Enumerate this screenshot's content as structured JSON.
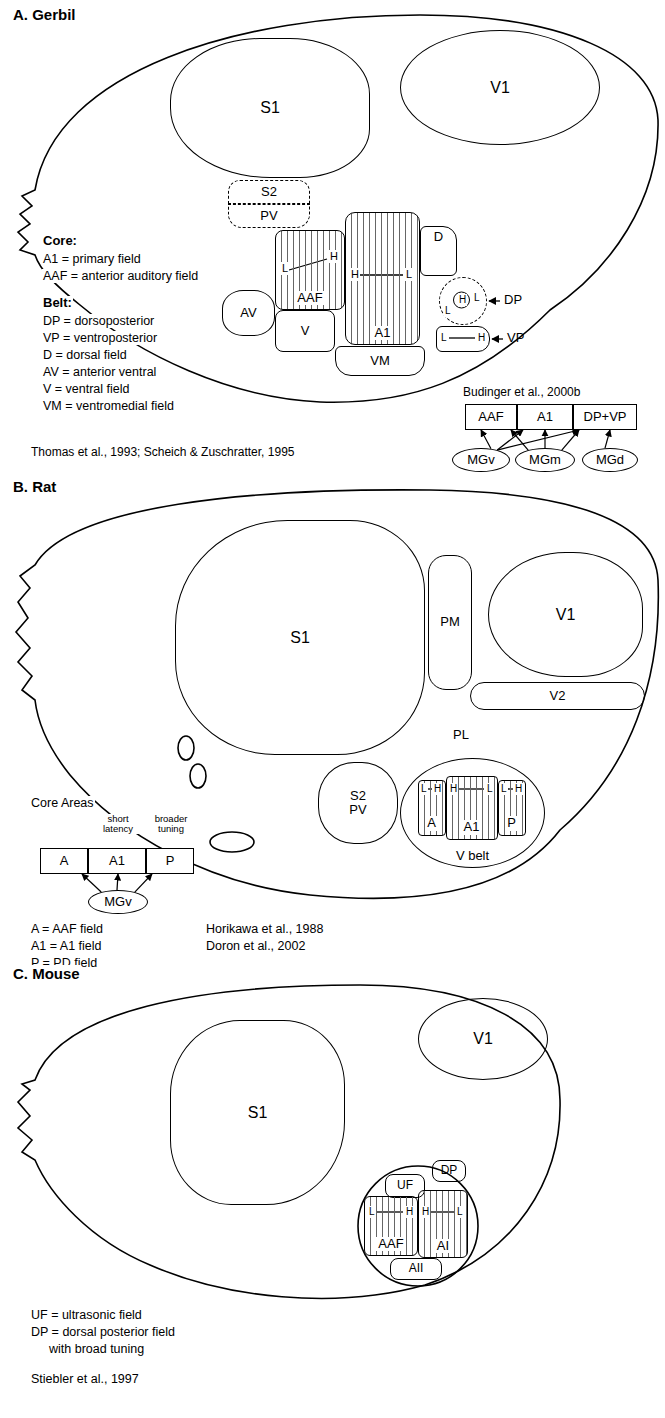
{
  "diagram": {
    "nodes": [
      {
        "text": [
          "S1"
        ]
      },
      {
        "text": [
          "V1"
        ]
      },
      {
        "text": [
          "S2"
        ]
      },
      {
        "text": [
          "PV"
        ]
      },
      {
        "text": [
          "AAF"
        ]
      },
      {
        "text": [
          "A1"
        ]
      },
      {
        "text": [
          "D"
        ]
      },
      {
        "text": [
          "DP"
        ]
      },
      {
        "text": [
          "VP"
        ]
      },
      {
        "text": [
          "AV"
        ]
      },
      {
        "text": [
          "V"
        ]
      },
      {
        "text": [
          "VM"
        ]
      },
      {
        "text": [
          "AAF"
        ]
      },
      {
        "text": [
          "A1"
        ]
      },
      {
        "text": [
          "DP+VP"
        ]
      },
      {
        "text": [
          "MGv"
        ]
      },
      {
        "text": [
          "MGm"
        ]
      },
      {
        "text": [
          "MGd"
        ]
      },
      {
        "text": [
          "S1"
        ]
      },
      {
        "text": [
          "PM"
        ]
      },
      {
        "text": [
          "V1"
        ]
      },
      {
        "text": [
          "V2"
        ]
      },
      {
        "text": [
          "S2",
          "PV"
        ]
      },
      {
        "text": [
          "V belt"
        ]
      },
      {
        "text": [
          "A"
        ],
        "in": 23
      },
      {
        "text": [
          "A1"
        ],
        "in": 23
      },
      {
        "text": [
          "P"
        ],
        "in": 23
      },
      {
        "text": [
          "A"
        ]
      },
      {
        "text": [
          "A1"
        ]
      },
      {
        "text": [
          "P"
        ]
      },
      {
        "text": [
          "MGv"
        ]
      },
      {
        "text": [
          "S1"
        ]
      },
      {
        "text": [
          "V1"
        ]
      },
      {
        "text": [
          "UF"
        ]
      },
      {
        "text": [
          "DP"
        ]
      },
      {
        "text": [
          "AAF"
        ]
      },
      {
        "text": [
          "AI"
        ]
      },
      {
        "text": [
          "AII"
        ]
      }
    ],
    "edges": [
      {
        "from": 15,
        "to": 12,
        "arrow": "to"
      },
      {
        "from": 15,
        "to": 13,
        "arrow": "to"
      },
      {
        "from": 16,
        "to": 12,
        "arrow": "to"
      },
      {
        "from": 16,
        "to": 13,
        "arrow": "to"
      },
      {
        "from": 16,
        "to": 14,
        "arrow": "to"
      },
      {
        "from": 15,
        "to": 14,
        "arrow": "to"
      },
      {
        "from": 17,
        "to": 14,
        "arrow": "to"
      },
      {
        "from": 30,
        "to": 27,
        "arrow": "to"
      },
      {
        "from": 30,
        "to": 28,
        "arrow": "to"
      },
      {
        "from": 30,
        "to": 29,
        "arrow": "to"
      }
    ],
    "labels": [
      "A. Gerbil",
      "Core:",
      "A1 = primary field",
      "AAF = anterior auditory field",
      "Belt:",
      "DP = dorsoposterior",
      "VP = ventroposterior",
      "D = dorsal field",
      "AV = anterior ventral",
      "V = ventral field",
      "VM = ventromedial field",
      "Thomas et al., 1993; Scheich & Zuschratter, 1995",
      "Budinger et al., 2000b",
      "L",
      "H",
      "H",
      "L",
      "H",
      "L",
      "L",
      "L",
      "H",
      "B. Rat",
      "PL",
      "Core Areas",
      "short latency",
      "broader tuning",
      "A = AAF field",
      "A1 = A1 field",
      "P = PD field",
      "Horikawa et al., 1988",
      "Doron et al., 2002",
      "L",
      "H",
      "H",
      "L",
      "L",
      "H",
      "C. Mouse",
      "UF = ultrasonic field",
      "DP = dorsal posterior field",
      "with broad tuning",
      "Stiebler et al., 1997",
      "L",
      "H",
      "H",
      "L"
    ]
  }
}
